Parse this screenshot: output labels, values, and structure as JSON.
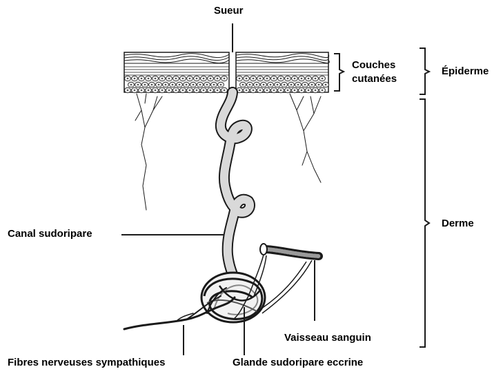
{
  "labels": {
    "sweat": "Sueur",
    "skin_layers_line1": "Couches",
    "skin_layers_line2": "cutanées",
    "epidermis": "Épiderme",
    "dermis": "Derme",
    "sweat_duct": "Canal sudoripare",
    "blood_vessel": "Vaisseau sanguin",
    "nerve_fibers": "Fibres nerveuses sympathiques",
    "eccrine_gland": "Glande sudoripare eccrine"
  },
  "colors": {
    "ink": "#1a1a1a",
    "duct_fill": "#d9d9d9",
    "cell_fill": "#e6e6e6",
    "background": "#ffffff"
  }
}
